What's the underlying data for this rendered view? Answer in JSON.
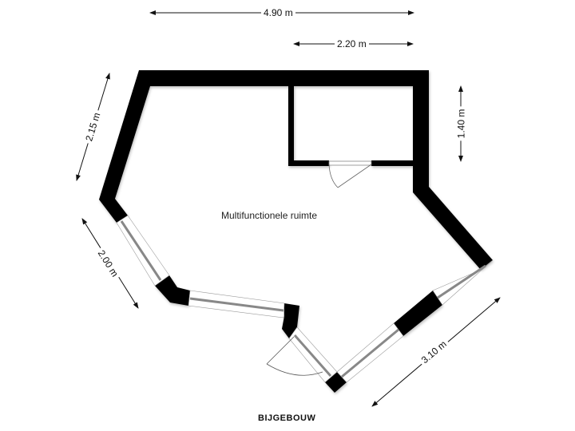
{
  "floor": {
    "title": "BIJGEBOUW"
  },
  "rooms": [
    {
      "name": "Multifunctionele ruimte"
    }
  ],
  "dimensions": {
    "top_total": "4.90 m",
    "top_storage": "2.20 m",
    "right_storage": "1.40 m",
    "left_upper": "2.15 m",
    "left_lower": "2.00 m",
    "bottom_right": "3.10 m"
  },
  "colors": {
    "wall": "#000000",
    "window_glass": "#bfbfbf",
    "dimension_line": "#111111",
    "background": "#ffffff"
  }
}
